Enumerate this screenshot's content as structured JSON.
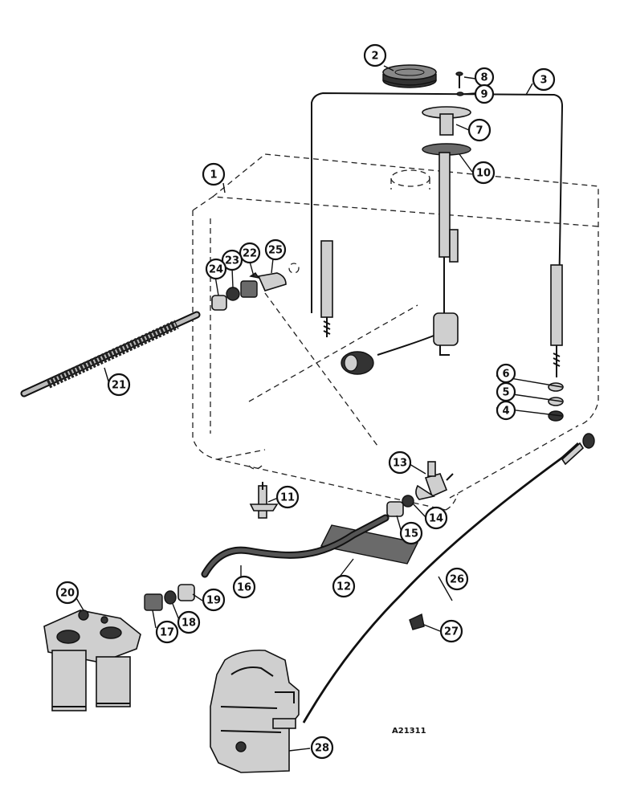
{
  "drawing_id": "A21311",
  "callouts": [
    "1",
    "2",
    "3",
    "4",
    "5",
    "6",
    "7",
    "8",
    "9",
    "10",
    "11",
    "12",
    "13",
    "14",
    "15",
    "16",
    "17",
    "18",
    "19",
    "20",
    "21",
    "22",
    "23",
    "24",
    "25",
    "26",
    "27",
    "28"
  ]
}
